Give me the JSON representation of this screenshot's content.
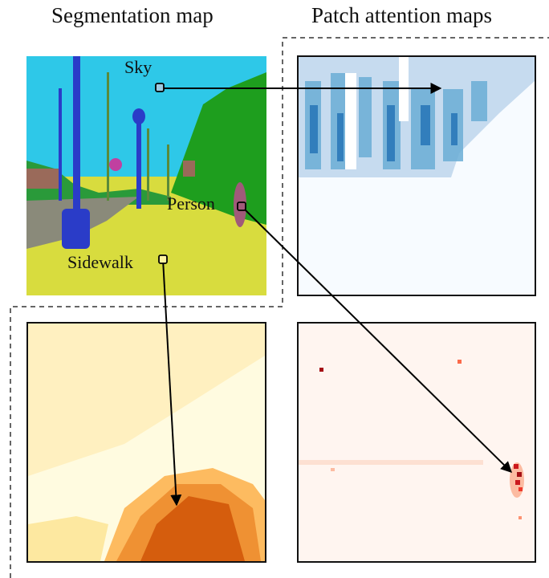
{
  "headings": {
    "left": "Segmentation map",
    "right": "Patch attention maps"
  },
  "segmentation_map": {
    "labels": [
      "Sky",
      "Person",
      "Sidewalk"
    ],
    "class_colors": {
      "sky": "#2ec8e8",
      "vegetation": "#1e9e1e",
      "sidewalk": "#d8dc3e",
      "road": "#8a8a7a",
      "pole": "#2a3cc8",
      "person": "#a05a7a"
    }
  },
  "attention_maps": [
    {
      "target": "Sky",
      "colormap": "Blues",
      "color": "#08519c"
    },
    {
      "target": "Sidewalk",
      "colormap": "YlOrBr",
      "color": "#cc4c02"
    },
    {
      "target": "Person",
      "colormap": "Reds",
      "color": "#a50f15"
    }
  ]
}
